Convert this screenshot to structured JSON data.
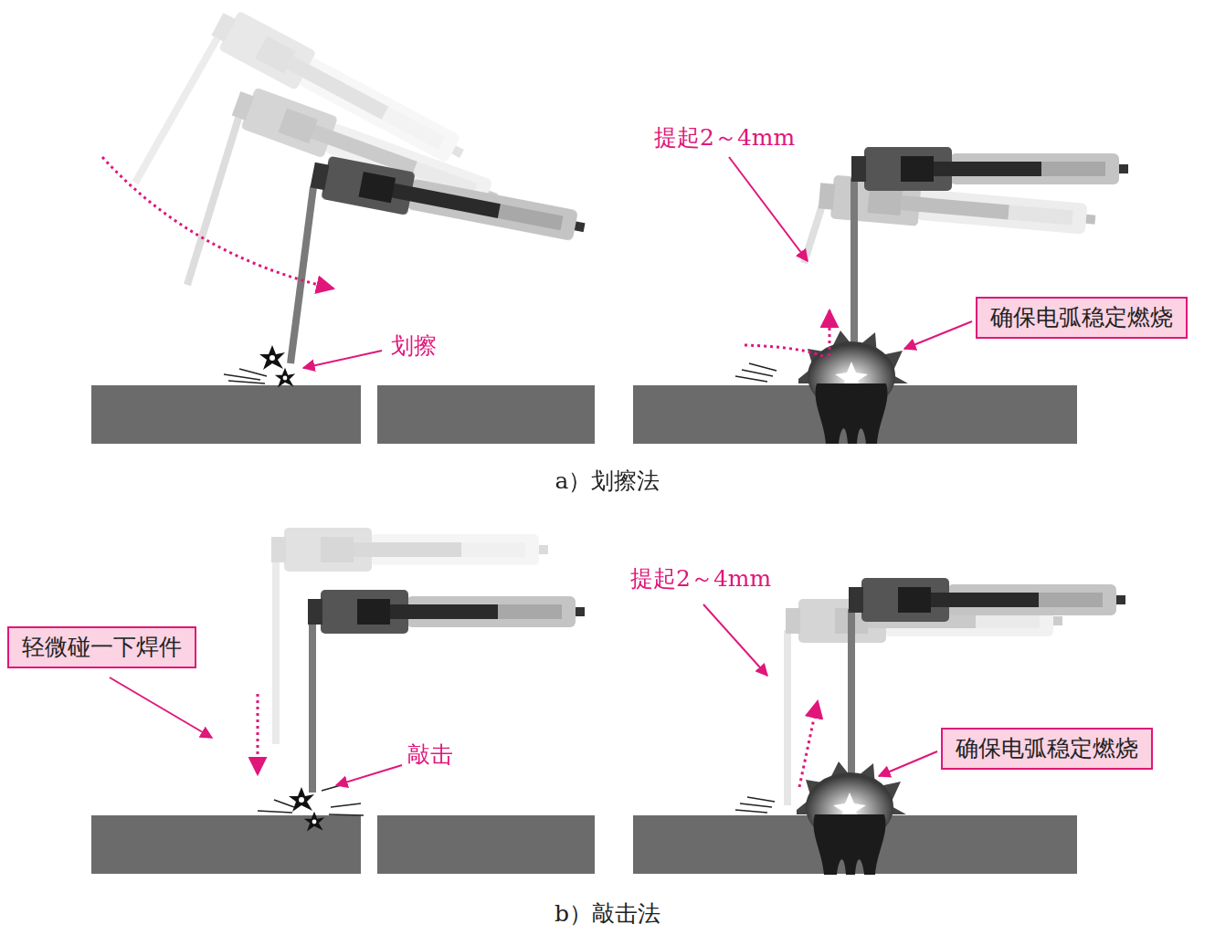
{
  "diagram": {
    "nodes": [
      {
        "text": [
          "确保电弧稳定燃烧"
        ]
      },
      {
        "text": [
          "轻微碰一下焊件"
        ]
      },
      {
        "text": [
          "确保电弧稳定燃烧"
        ]
      }
    ],
    "edges": [],
    "labels": [
      "划擦",
      "提起2～4mm",
      "a）划擦法",
      "提起2～4mm",
      "敲击",
      "b）敲击法"
    ]
  }
}
